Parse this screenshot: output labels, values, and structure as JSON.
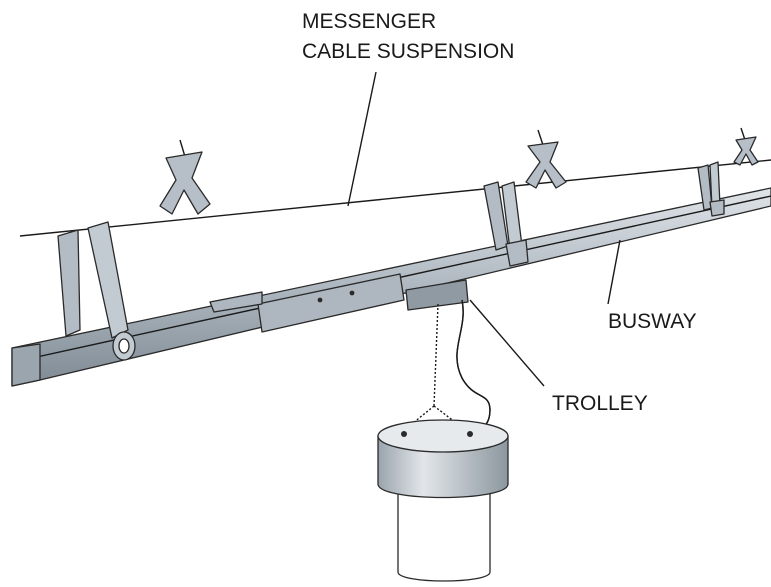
{
  "labels": {
    "messenger_line1": "MESSENGER",
    "messenger_line2": "CABLE SUSPENSION",
    "busway": "BUSWAY",
    "trolley": "TROLLEY"
  },
  "colors": {
    "metal_light": "#c9d0d6",
    "metal_mid": "#a9b3bc",
    "metal_dark": "#7f8a94",
    "outline": "#2a2a2a",
    "background": "#ffffff"
  }
}
